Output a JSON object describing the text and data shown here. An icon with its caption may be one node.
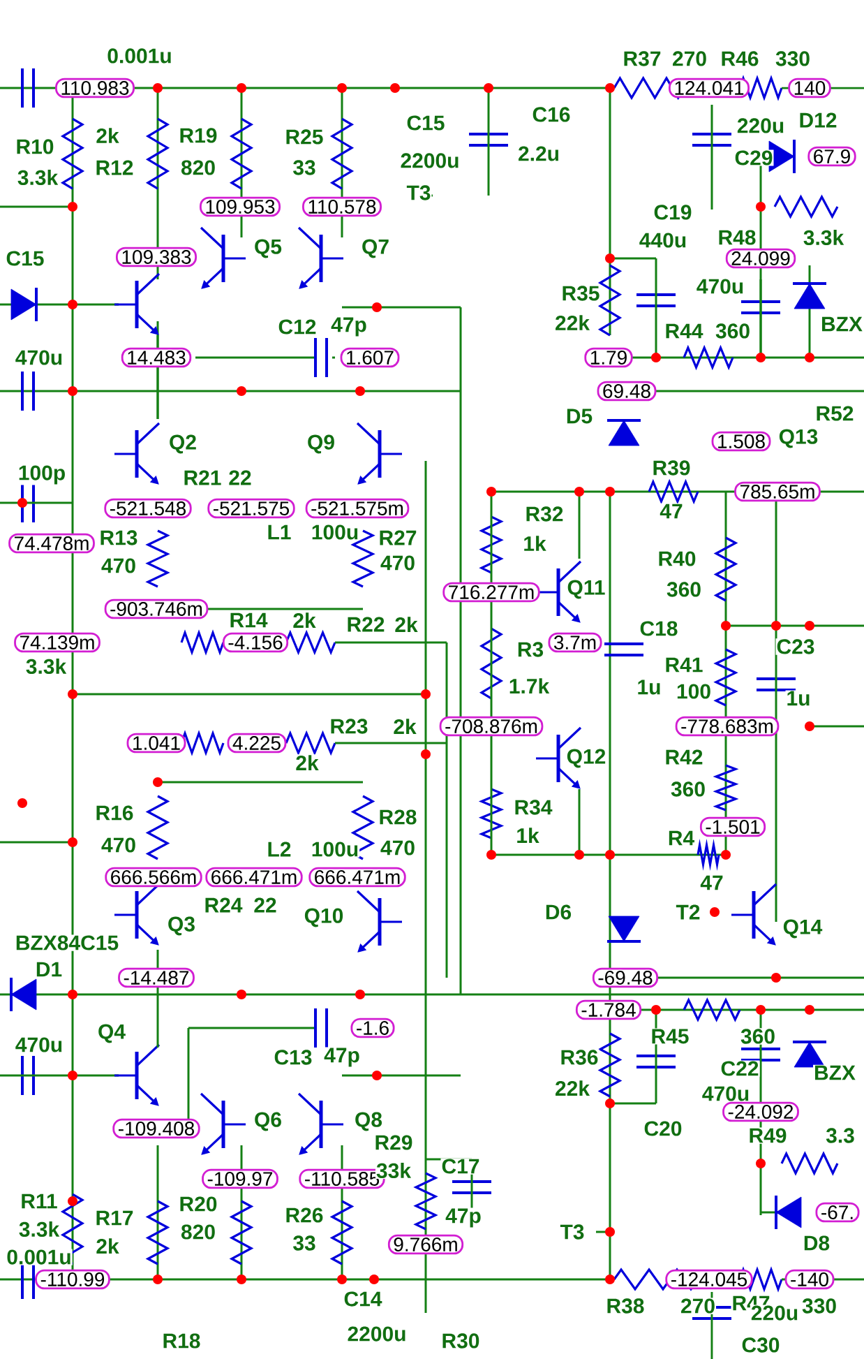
{
  "diagram": {
    "labels": [
      "0.001u",
      "R37",
      "270",
      "R46",
      "330",
      "110.983",
      "124.041",
      "140",
      "R10",
      "2k",
      "R19",
      "R25",
      "C15",
      "C16",
      "220u",
      "D12",
      "3.3k",
      "R12",
      "820",
      "33",
      "2200u",
      "2.2u",
      "C29",
      "67.9",
      "109.953",
      "110.578",
      "T3",
      "C19",
      "C15",
      "109.383",
      "Q5",
      "Q7",
      "440u",
      "R48",
      "24.099",
      "3.3k",
      "R35",
      "470u",
      "C12",
      "47p",
      "22k",
      "R44",
      "360",
      "BZX",
      "470u",
      "14.483",
      "1.607",
      "1.79",
      "69.48",
      "D5",
      "R52",
      "Q2",
      "Q9",
      "1.508",
      "Q13",
      "100p",
      "R21",
      "22",
      "R39",
      "-521.548",
      "-521.575",
      "-521.575m",
      "R32",
      "47",
      "785.65m",
      "74.478m",
      "R13",
      "L1",
      "100u",
      "R27",
      "1k",
      "470",
      "470",
      "R40",
      "-903.746m",
      "716.277m",
      "Q11",
      "360",
      "R14",
      "2k",
      "R22",
      "2k",
      "C18",
      "74.139m",
      "-4.156",
      "R3",
      "3.7m",
      "C23",
      "3.3k",
      "R41",
      "1.7k",
      "1u",
      "100",
      "1u",
      "R23",
      "2k",
      "-708.876m",
      "-778.683m",
      "1.041",
      "4.225",
      "2k",
      "Q12",
      "R42",
      "360",
      "R16",
      "R28",
      "R34",
      "470",
      "L2",
      "100u",
      "470",
      "1k",
      "R4",
      "-1.501",
      "666.566m",
      "666.471m",
      "666.471m",
      "47",
      "Q3",
      "R24",
      "22",
      "Q10",
      "D6",
      "T2",
      "Q14",
      "BZX84C15",
      "D1",
      "-14.487",
      "-69.48",
      "470u",
      "Q4",
      "-1.6",
      "-1.784",
      "R45",
      "360",
      "C13",
      "47p",
      "R36",
      "C22",
      "BZX",
      "22k",
      "470u",
      "-109.408",
      "Q6",
      "Q8",
      "R29",
      "C20",
      "-24.092",
      "R49",
      "3.3",
      "-109.97",
      "-110.585",
      "33k",
      "C17",
      "R11",
      "R17",
      "R20",
      "R26",
      "47p",
      "-67.",
      "3.3k",
      "2k",
      "820",
      "33",
      "9.766m",
      "T3",
      "D8",
      "0.001u",
      "-110.99",
      "-124.045",
      "-140",
      "C14",
      "R38",
      "270",
      "R47",
      "220u",
      "330",
      "R18",
      "2200u",
      "R30",
      "C30"
    ]
  }
}
